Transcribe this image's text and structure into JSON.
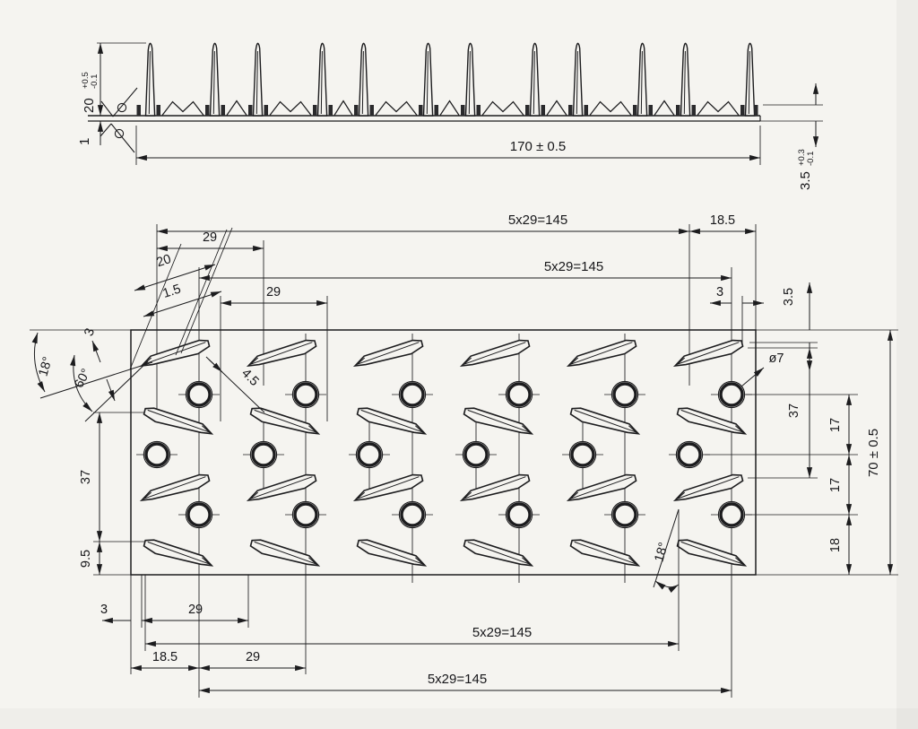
{
  "drawing": {
    "title": "nail-plate technical drawing",
    "ink_color": "#1c1c1e",
    "paper_color": "#f5f4f0",
    "side_view": {
      "spike_height": {
        "value": "20",
        "tol_plus": "+0.5",
        "tol_minus": "-0.1"
      },
      "base_offset": "1",
      "plate_length": "170 ± 0.5",
      "small_tooth_height": {
        "value": "3.5",
        "tol_plus": "+0.3",
        "tol_minus": "-0.1"
      }
    },
    "plan_view": {
      "top_chain_outer": "5x29=145",
      "top_edge_margin": "18.5",
      "top_pitch_outer": "29",
      "top_chain_inner": "5x29=145",
      "top_offset": "3",
      "top_pitch_inner": "29",
      "top_margin": "3.5",
      "slot_length": "20",
      "slot_gap": "1.5",
      "slot_width": "3",
      "slot_diag_pitch": "4.5",
      "angle_incline": "18°",
      "angle_tip": "60°",
      "hole_diameter": "ø7",
      "right_span": "37",
      "right_pitch_1": "17",
      "right_pitch_2": "17",
      "right_margin": "18",
      "overall_width": "70 ± 0.5",
      "angle_incline_right": "18°",
      "left_span": "37",
      "left_margin": "9.5",
      "bottom_offset": "3",
      "bottom_pitch_a": "29",
      "bottom_chain_a": "5x29=145",
      "bottom_edge_margin": "18.5",
      "bottom_pitch_b": "29",
      "bottom_chain_b": "5x29=145"
    },
    "pattern": {
      "slot_rows": 4,
      "slots_per_row": 6,
      "hole_rows": 3,
      "holes_per_row": 6,
      "tall_spikes": 12
    }
  }
}
